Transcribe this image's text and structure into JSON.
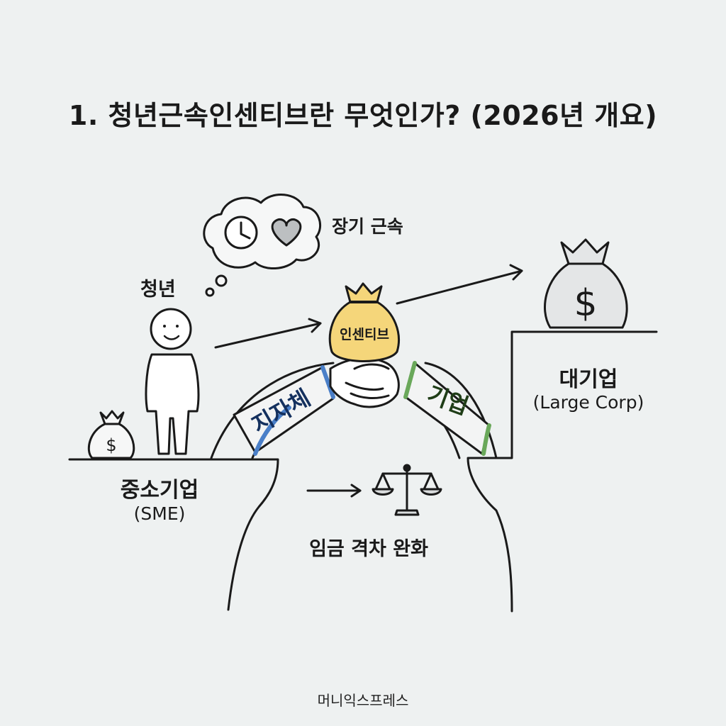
{
  "title": "1. 청년근속인센티브란 무엇인가? (2026년 개요)",
  "labels": {
    "long_term": "장기 근속",
    "youth": "청년",
    "incentive": "인센티브",
    "local_gov": "지자체",
    "company": "기업",
    "sme": "중소기업",
    "sme_en": "(SME)",
    "large": "대기업",
    "large_en": "(Large Corp)",
    "wage_gap": "임금 격차 완화"
  },
  "footer": "머니익스프레스",
  "colors": {
    "background": "#eef1f1",
    "incentive_bag": "#f5d67a",
    "local_gov_sleeve": "#4a7fc8",
    "company_sleeve": "#6aa85a",
    "big_bag": "#e4e6e7"
  },
  "icons": [
    "clock-icon",
    "heart-icon",
    "dollar-icon",
    "scale-icon",
    "handshake-icon"
  ]
}
